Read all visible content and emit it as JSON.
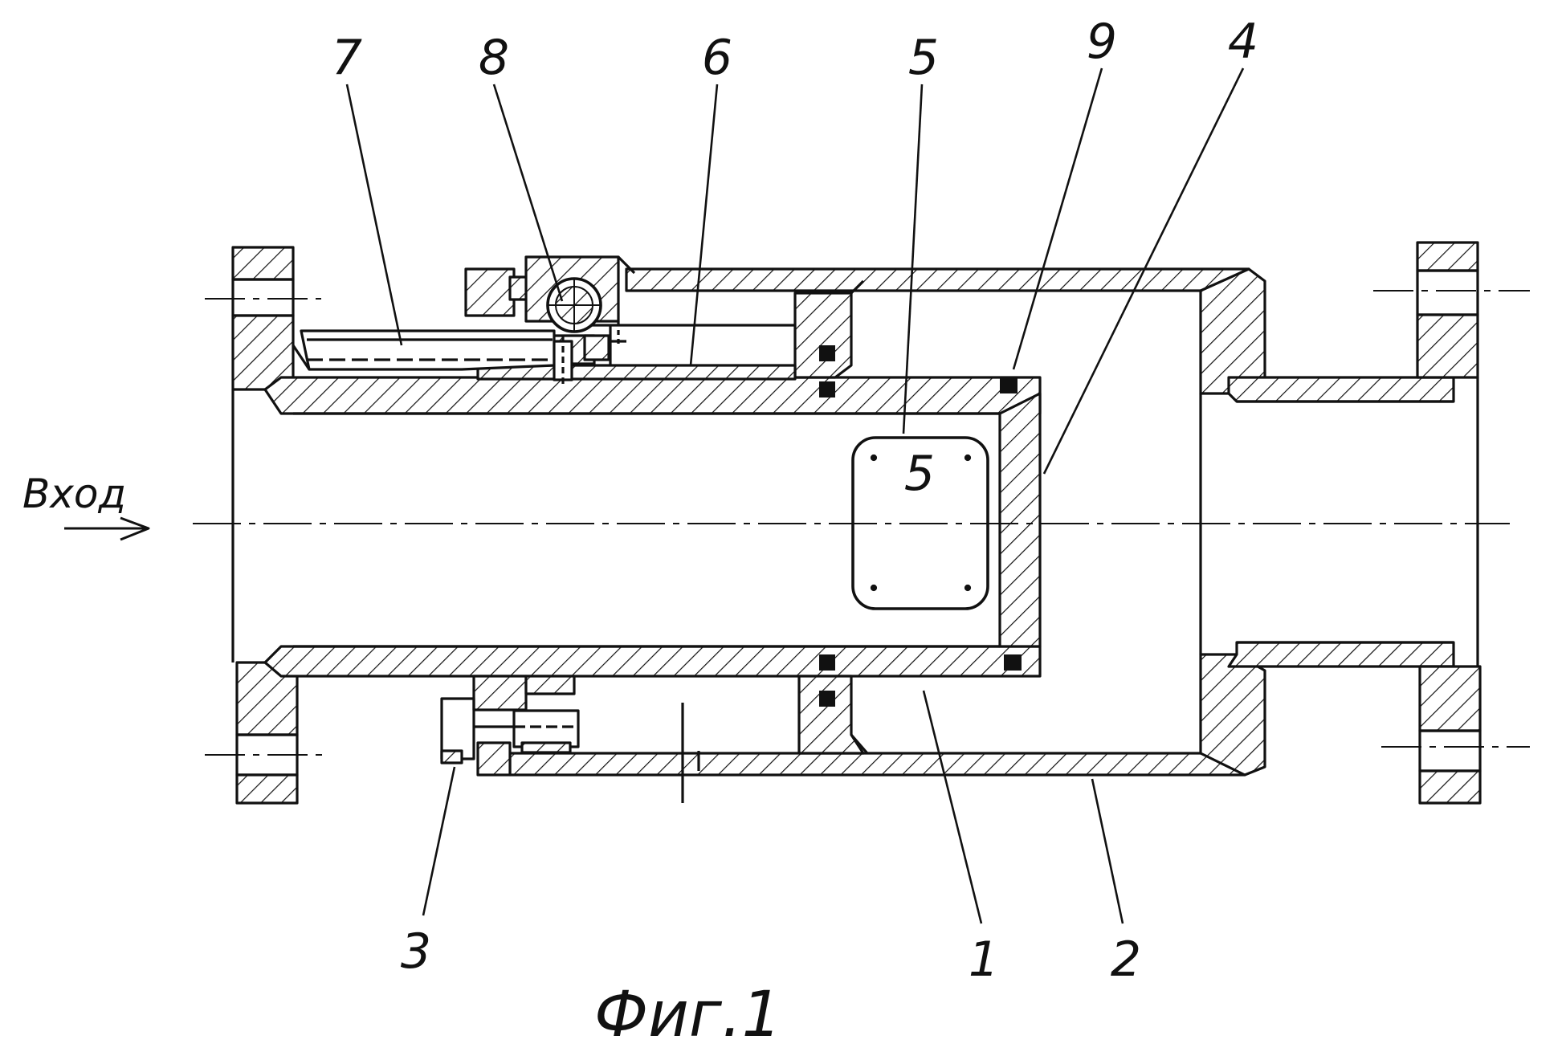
{
  "figure": {
    "caption": "Фиг.1",
    "inlet_label": "Вход"
  },
  "callouts": [
    {
      "id": "7",
      "label": "7"
    },
    {
      "id": "8",
      "label": "8"
    },
    {
      "id": "6",
      "label": "6"
    },
    {
      "id": "5",
      "label": "5"
    },
    {
      "id": "9",
      "label": "9"
    },
    {
      "id": "4",
      "label": "4"
    },
    {
      "id": "3",
      "label": "3"
    },
    {
      "id": "1",
      "label": "1"
    },
    {
      "id": "2",
      "label": "2"
    }
  ],
  "colors": {
    "ink": "#111111",
    "paper": "#ffffff"
  }
}
